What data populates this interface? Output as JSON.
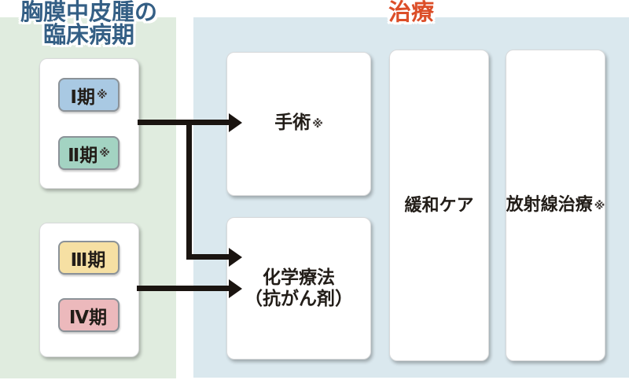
{
  "diagram": {
    "left_panel": {
      "title_line1": "胸膜中皮腫の",
      "title_line2": "臨床病期",
      "groups": [
        {
          "stages": [
            {
              "label": "Ⅰ期",
              "note": "※"
            },
            {
              "label": "Ⅱ期",
              "note": "※"
            }
          ]
        },
        {
          "stages": [
            {
              "label": "Ⅲ期",
              "note": ""
            },
            {
              "label": "Ⅳ期",
              "note": ""
            }
          ]
        }
      ]
    },
    "right_panel": {
      "title": "治療",
      "treatments": {
        "surgery": {
          "label": "手術",
          "note": "※"
        },
        "chemotherapy": {
          "line1": "化学療法",
          "line2": "（抗がん剤）"
        },
        "palliative": {
          "label": "緩和ケア",
          "note": ""
        },
        "radiation": {
          "label": "放射線治療",
          "note": "※"
        }
      }
    },
    "connections": [
      {
        "from": "stages-1-2",
        "to": "surgery"
      },
      {
        "from": "stages-1-2",
        "to": "chemotherapy"
      },
      {
        "from": "stages-3-4",
        "to": "chemotherapy"
      }
    ],
    "colors": {
      "stage_panel_bg": "#e0ecdf",
      "treatment_panel_bg": "#dae8ee",
      "stage_title_text": "#345f85",
      "treatment_title_text": "#dc4e28",
      "stage1_chip": "#a9c9e3",
      "stage2_chip": "#a3d3c2",
      "stage3_chip": "#f6e0a3",
      "stage4_chip": "#ecb9bc",
      "arrow": "#1a1410",
      "label_text": "#221d18"
    }
  }
}
